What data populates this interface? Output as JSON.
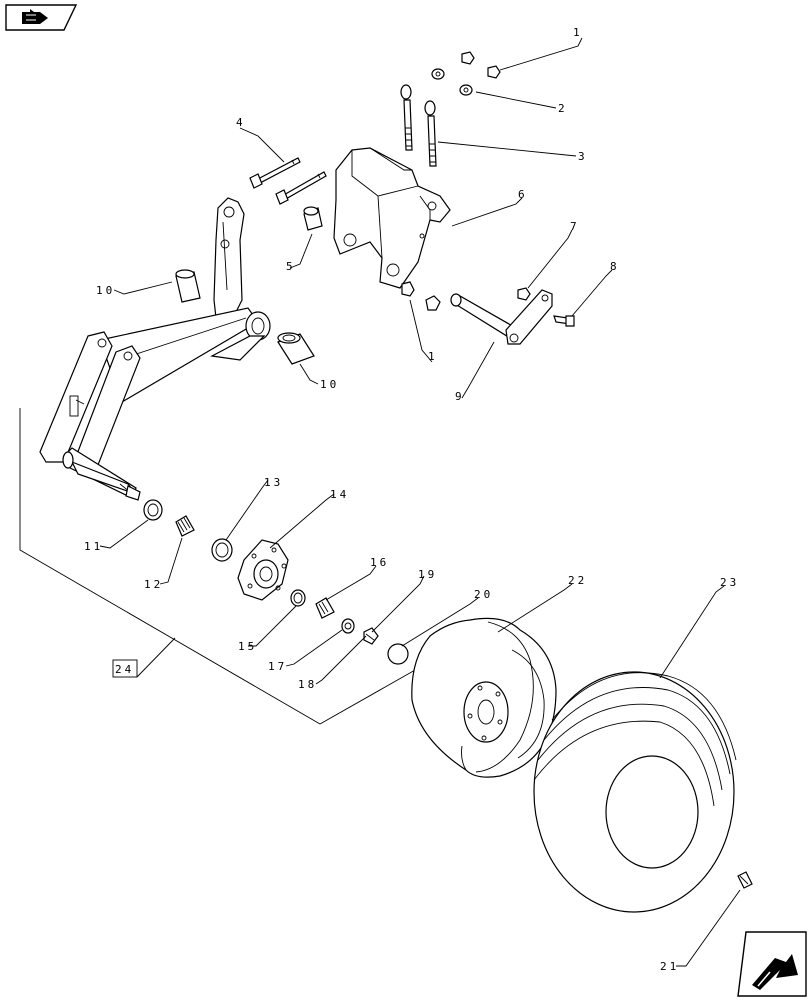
{
  "nav": {
    "back_icon": "hand-pointing-left-icon",
    "next_icon": "hand-pointing-right-icon"
  },
  "callouts": {
    "c1a": "1",
    "c1b": "1",
    "c2": "2",
    "c3": "3",
    "c4": "4",
    "c5": "5",
    "c6": "6",
    "c7": "7",
    "c8": "8",
    "c9": "9",
    "c10a": "10",
    "c10b": "10",
    "c11": "11",
    "c12": "12",
    "c13": "13",
    "c14": "14",
    "c15": "15",
    "c16": "16",
    "c17": "17",
    "c18": "18",
    "c19": "19",
    "c20": "20",
    "c21": "21",
    "c22": "22",
    "c23": "23",
    "c24": "24"
  }
}
